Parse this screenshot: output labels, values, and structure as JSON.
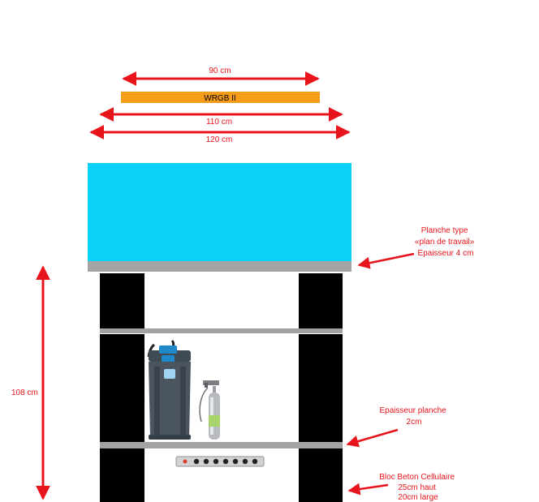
{
  "dimensions": {
    "width_90": "90 cm",
    "width_110": "110 cm",
    "width_120": "120 cm",
    "height_108": "108 cm"
  },
  "light_label": "WRGB II",
  "annotations": {
    "worktop": [
      "Planche type",
      "«plan de travail»",
      "Epaisseur 4 cm"
    ],
    "shelf": [
      "Epaisseur planche",
      "2cm"
    ],
    "blocks": [
      "Bloc Beton Cellulaire",
      "25cm haut",
      "20cm large"
    ]
  },
  "colors": {
    "arrow": "#e8141b",
    "light_bar": "#f59c1a",
    "aquarium": "#0bd0f7",
    "plank": "#a3a3a3",
    "block": "#000000",
    "filter_body": "#4a5560",
    "filter_head": "#1e88c8",
    "power_strip": "#d0d2d4"
  }
}
